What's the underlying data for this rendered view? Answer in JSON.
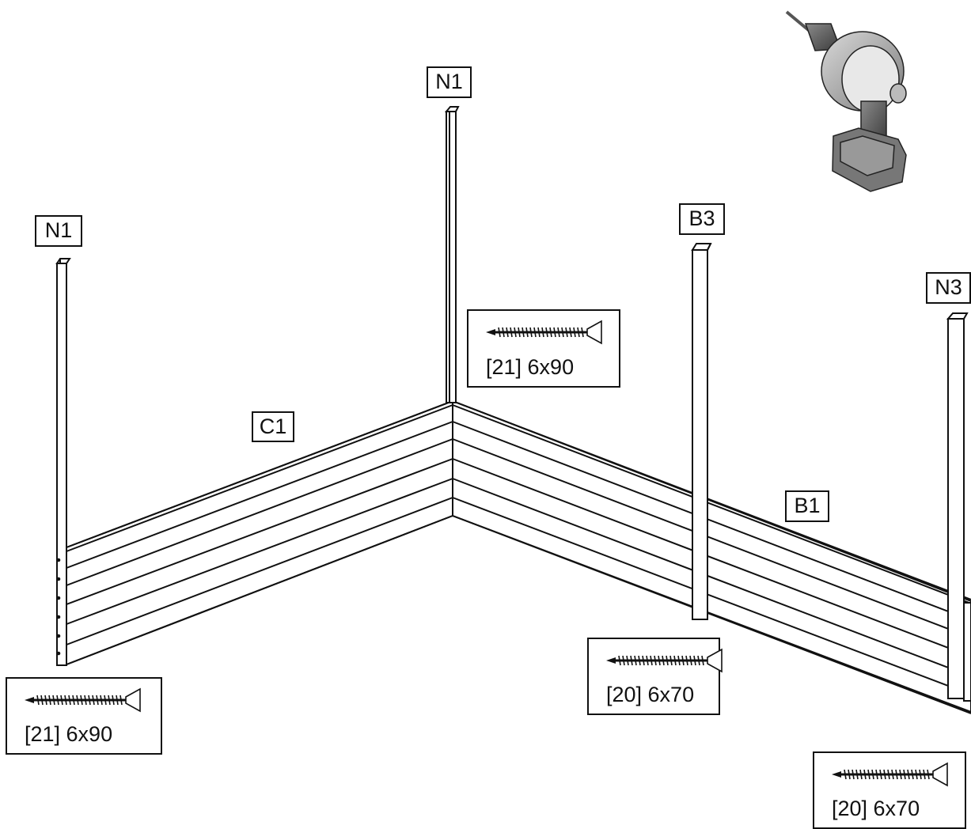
{
  "part_labels": {
    "post_left": "N1",
    "post_corner": "N1",
    "post_middle": "B3",
    "post_right": "N3",
    "wall_left": "C1",
    "wall_right": "B1"
  },
  "screw_callouts": {
    "left_post": "[21] 6x90",
    "corner_post": "[21] 6x90",
    "middle_post": "[20] 6x70",
    "right_post": "[20] 6x70"
  },
  "tool_icon": "cordless-drill-icon",
  "screw_icon": "countersunk-screw-icon"
}
